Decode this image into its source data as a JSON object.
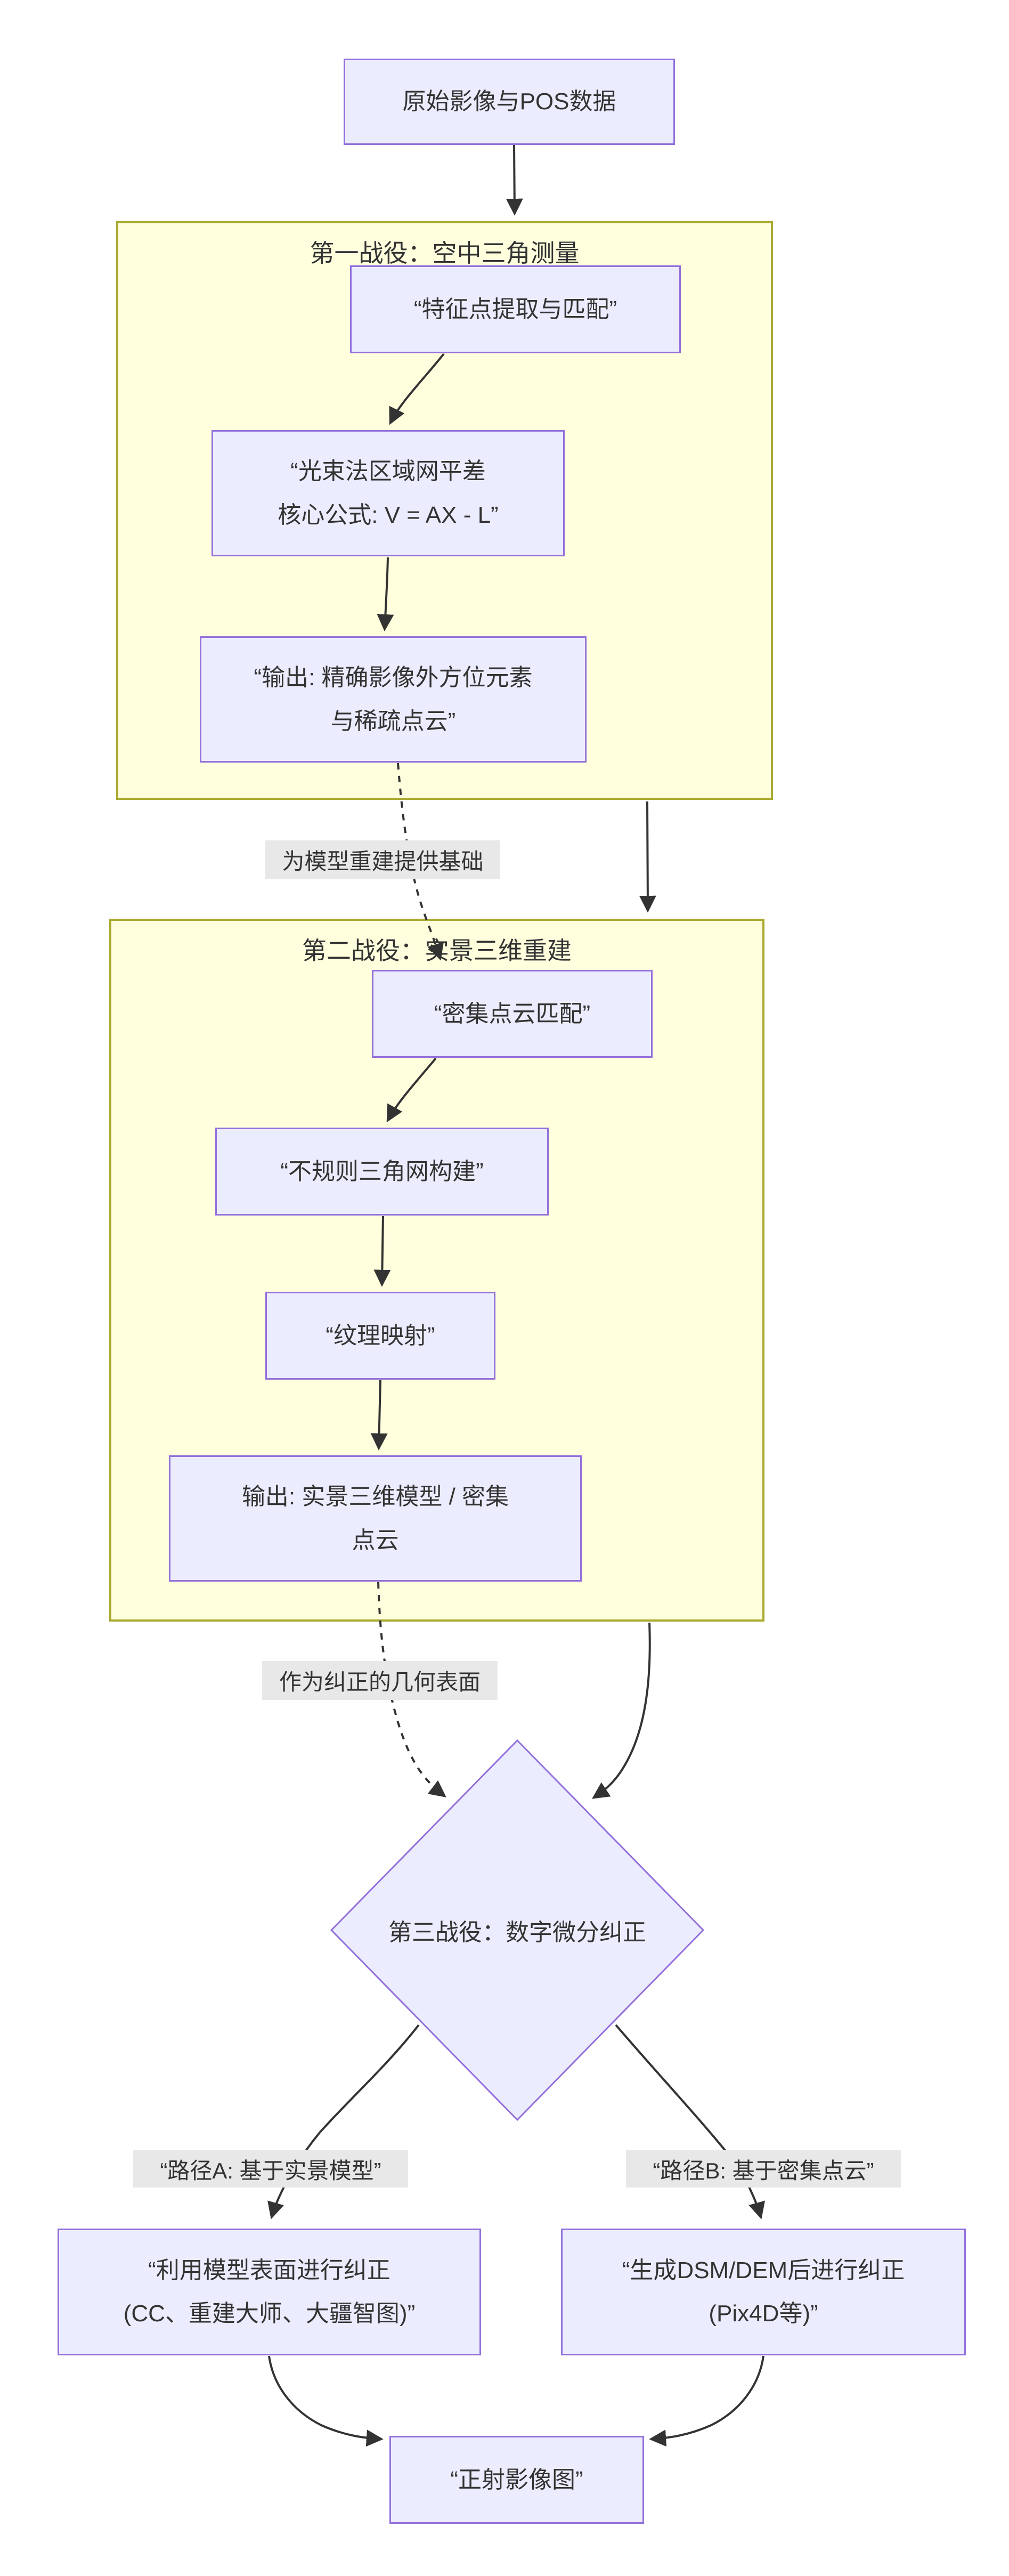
{
  "diagram": {
    "nodes": {
      "raw_data": {
        "label": "原始影像与POS数据"
      },
      "feature_match": {
        "label": "“特征点提取与匹配”"
      },
      "bundle_adjust": {
        "lines": [
          "“光束法区域网平差",
          "核心公式: V = AX - L”"
        ]
      },
      "aero_output": {
        "lines": [
          "“输出: 精确影像外方位元素",
          "与稀疏点云”"
        ]
      },
      "dense_match": {
        "label": "“密集点云匹配”"
      },
      "tin_build": {
        "label": "“不规则三角网构建”"
      },
      "texture_map": {
        "label": "“纹理映射”"
      },
      "recon_output": {
        "lines": [
          "输出: 实景三维模型 / 密集",
          "点云"
        ]
      },
      "decision": {
        "label": "第三战役：数字微分纠正"
      },
      "route_a_method": {
        "lines": [
          "“利用模型表面进行纠正",
          "(CC、重建大师、大疆智图)”"
        ]
      },
      "route_b_method": {
        "lines": [
          "“生成DSM/DEM后进行纠正",
          "(Pix4D等)”"
        ]
      },
      "orthophoto": {
        "label": "“正射影像图”"
      }
    },
    "clusters": {
      "campaign1": {
        "title": "第一战役：空中三角测量"
      },
      "campaign2": {
        "title": "第二战役：实景三维重建"
      }
    },
    "edge_labels": {
      "provide_basis": "为模型重建提供基础",
      "geometric_surface": "作为纠正的几何表面",
      "route_a": "“路径A: 基于实景模型”",
      "route_b": "“路径B: 基于密集点云”"
    },
    "colors": {
      "node_fill": "#ECECFF",
      "node_border": "#9370DB",
      "cluster_fill": "#FFFFDE",
      "cluster_border": "#AAAA33",
      "edge": "#333333",
      "edge_label_bg": "#e8e8e8",
      "text": "#333333"
    }
  }
}
